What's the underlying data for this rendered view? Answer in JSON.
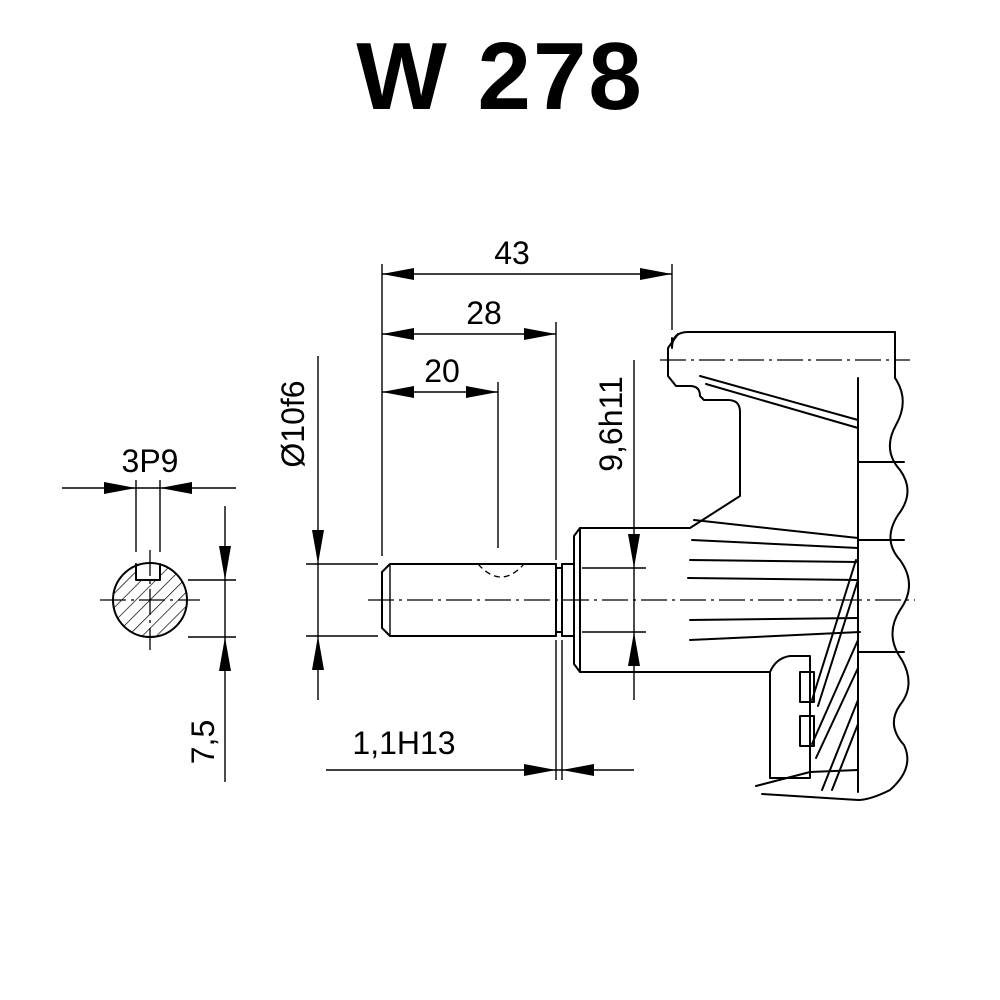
{
  "title": "W 278",
  "dimensions": {
    "overall_length": "43",
    "shoulder_length": "28",
    "keyway_length": "20",
    "shaft_diameter": "Ø10f6",
    "groove_diameter": "9,6h11",
    "groove_width": "1,1H13",
    "key_width": "3P9",
    "key_height": "7,5"
  }
}
